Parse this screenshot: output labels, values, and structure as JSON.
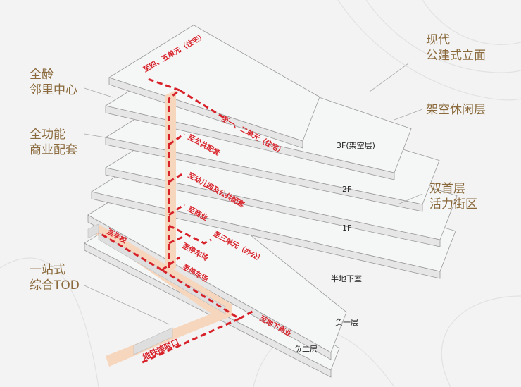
{
  "colors": {
    "label": "#8a6a3c",
    "route": "#d8222a",
    "corridor": "#f6d6bd",
    "slab": "#f5f6f6"
  },
  "left_labels": [
    {
      "line1": "全龄",
      "line2": "邻里中心"
    },
    {
      "line1": "全功能",
      "line2": "商业配套"
    },
    {
      "line1": "一站式",
      "line2": "综合TOD"
    }
  ],
  "right_labels": [
    {
      "line1": "现代",
      "line2": "公建式立面"
    },
    {
      "line1": "架空休闲层",
      "line2": ""
    },
    {
      "line1": "双首层",
      "line2": "活力街区"
    }
  ],
  "floors": [
    "3F(架空层)",
    "2F",
    "1F",
    "半地下室",
    "负一层",
    "负二层"
  ],
  "routes": [
    "至四、五单元（住宅）",
    "至一、二单元（住宅）",
    "至公共配套",
    "至幼儿园及公共配套",
    "至商业",
    "至三单元（办公）",
    "至停车场",
    "至停车场",
    "至学校",
    "至地下商业",
    "地铁接驳口"
  ]
}
